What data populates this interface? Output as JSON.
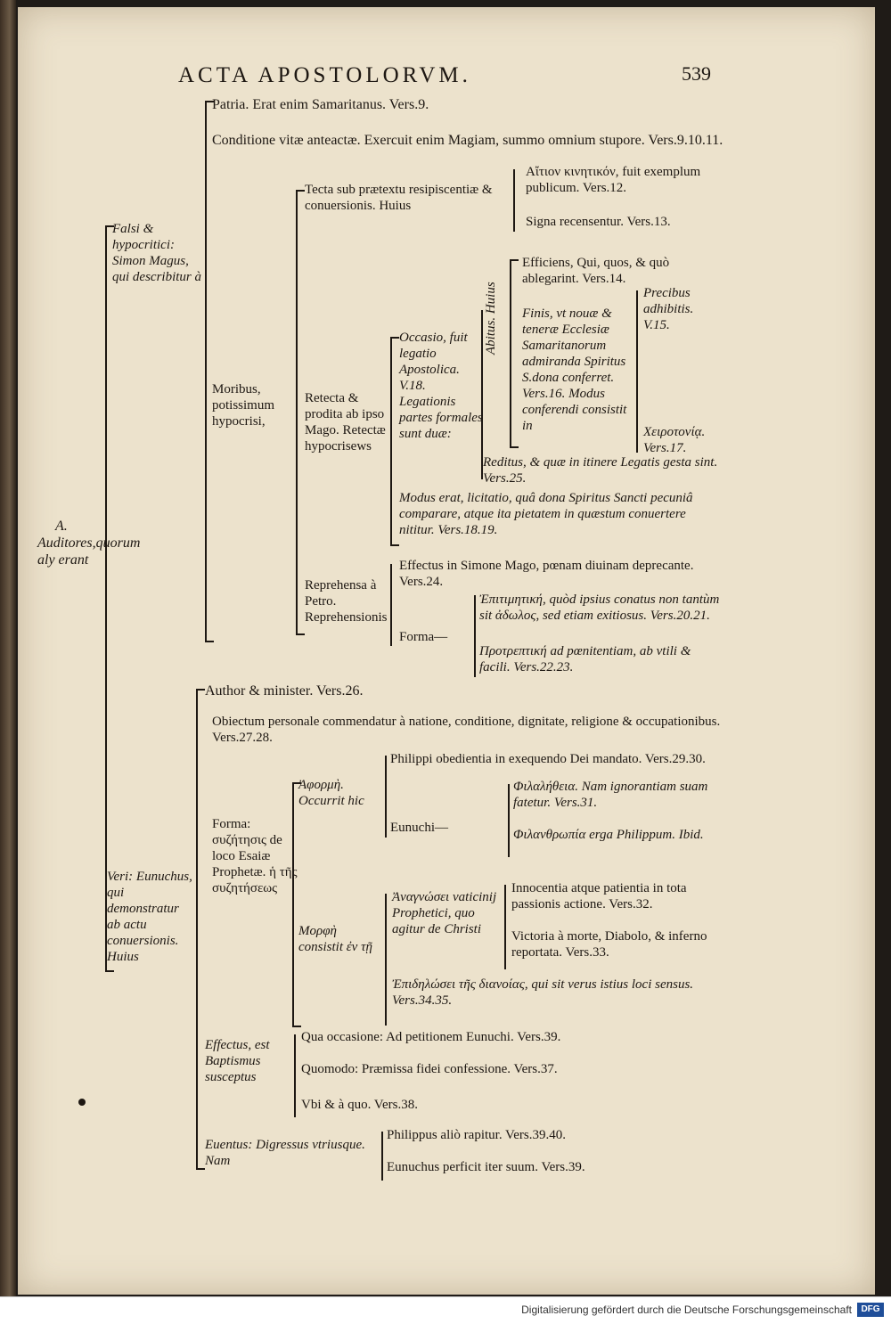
{
  "header": {
    "title": "ACTA APOSTOLORVM.",
    "page_number": "539"
  },
  "root": {
    "label_a": "A.",
    "label": "Auditores,quorum aly erant"
  },
  "falsi": {
    "label": "Falsi & hypocritici: Simon Magus, qui describitur à",
    "patria": "Patria. Erat enim Samaritanus. Vers.9.",
    "conditione": "Conditione vitæ anteactæ. Exercuit enim Magiam, summo omnium stupore. Vers.9.10.11.",
    "moribus": {
      "label": "Moribus, potissimum hypocrisi,",
      "tecta": {
        "label": "Tecta sub prætextu resipiscentiæ & conuersionis. Huius",
        "item1": "Αἴτιον κινητικόν, fuit exemplum publicum. Vers.12.",
        "item2": "Signa recensentur. Vers.13."
      },
      "retecta": {
        "label": "Retecta & prodita ab ipso Mago. Retectæ hypocrisews",
        "occasio": "Occasio, fuit legatio Apostolica. V.18. Legationis partes formales sunt duæ:",
        "abitus": "Abitus. Huius",
        "efficiens": "Efficiens, Qui, quos, & quò ablegarint. Vers.14.",
        "finis": "Finis, vt nouæ & teneræ Ecclesiæ Samaritanorum admiranda Spiritus S.dona conferret. Vers.16. Modus conferendi consistit in",
        "precibus": "Precibus adhibitis. V.15.",
        "chirotonia": "Χειροτονίᾳ. Vers.17.",
        "reditus": "Reditus, & quæ in itinere Legatis gesta sint. Vers.25.",
        "modus": "Modus erat, licitatio, quâ dona Spiritus Sancti pecuniâ comparare, atque ita pietatem in quæstum conuertere nititur. Vers.18.19."
      },
      "reprehensa": {
        "label": "Reprehensa à Petro. Reprehensionis",
        "effectus": "Effectus in Simone Mago, pœnam diuinam deprecante. Vers.24.",
        "forma": "Forma—",
        "forma1": "Ἐπιτιμητική, quòd ipsius conatus non tantùm sit ἀδωλος, sed etiam exitiosus. Vers.20.21.",
        "forma2": "Προτρεπτική ad pœnitentiam, ab vtili & facili. Vers.22.23."
      }
    }
  },
  "veri": {
    "label": "Veri: Eunuchus, qui demonstratur ab actu conuersionis. Huius",
    "author": "Author & minister. Vers.26.",
    "obiectum": "Obiectum personale commendatur à natione, conditione, dignitate, religione & occupationibus. Vers.27.28.",
    "forma": {
      "label": "Forma: συζήτησις de loco Esaiæ Prophetæ. ἡ τῆς συζητήσεως",
      "aphorme": "Ἀφορμὴ. Occurrit hic",
      "philippi": "Philippi obedientia in exequendo Dei mandato. Vers.29.30.",
      "eunuchi": "Eunuchi—",
      "philalethia": "Φιλαλήθεια. Nam ignorantiam suam fatetur. Vers.31.",
      "philanthropia": "Φιλανθρωπία erga Philippum. Ibid.",
      "morphe": "Μορφὴ consistit ἐν τῇ",
      "anagnosis": "Ἀναγνώσει vaticinij Prophetici, quo agitur de Christi",
      "innocentia": "Innocentia atque patientia in tota passionis actione. Vers.32.",
      "victoria": "Victoria à morte, Diabolo, & inferno reportata. Vers.33.",
      "epidelosis": "Ἐπιδηλώσει τῆς διανοίας, qui sit verus istius loci sensus. Vers.34.35."
    },
    "effectus": {
      "label": "Effectus, est Baptismus susceptus",
      "qua": "Qua occasione: Ad petitionem Eunuchi. Vers.39.",
      "quomodo": "Quomodo: Præmissa fidei confessione. Vers.37.",
      "vbi": "Vbi & à quo. Vers.38."
    },
    "euentus": {
      "label": "Euentus: Digressus vtriusque. Nam",
      "philippus": "Philippus aliò rapitur. Vers.39.40.",
      "eunuchus": "Eunuchus perficit iter suum. Vers.39."
    }
  },
  "footer": {
    "text": "Digitalisierung gefördert durch die Deutsche Forschungsgemeinschaft",
    "logo": "DFG"
  }
}
